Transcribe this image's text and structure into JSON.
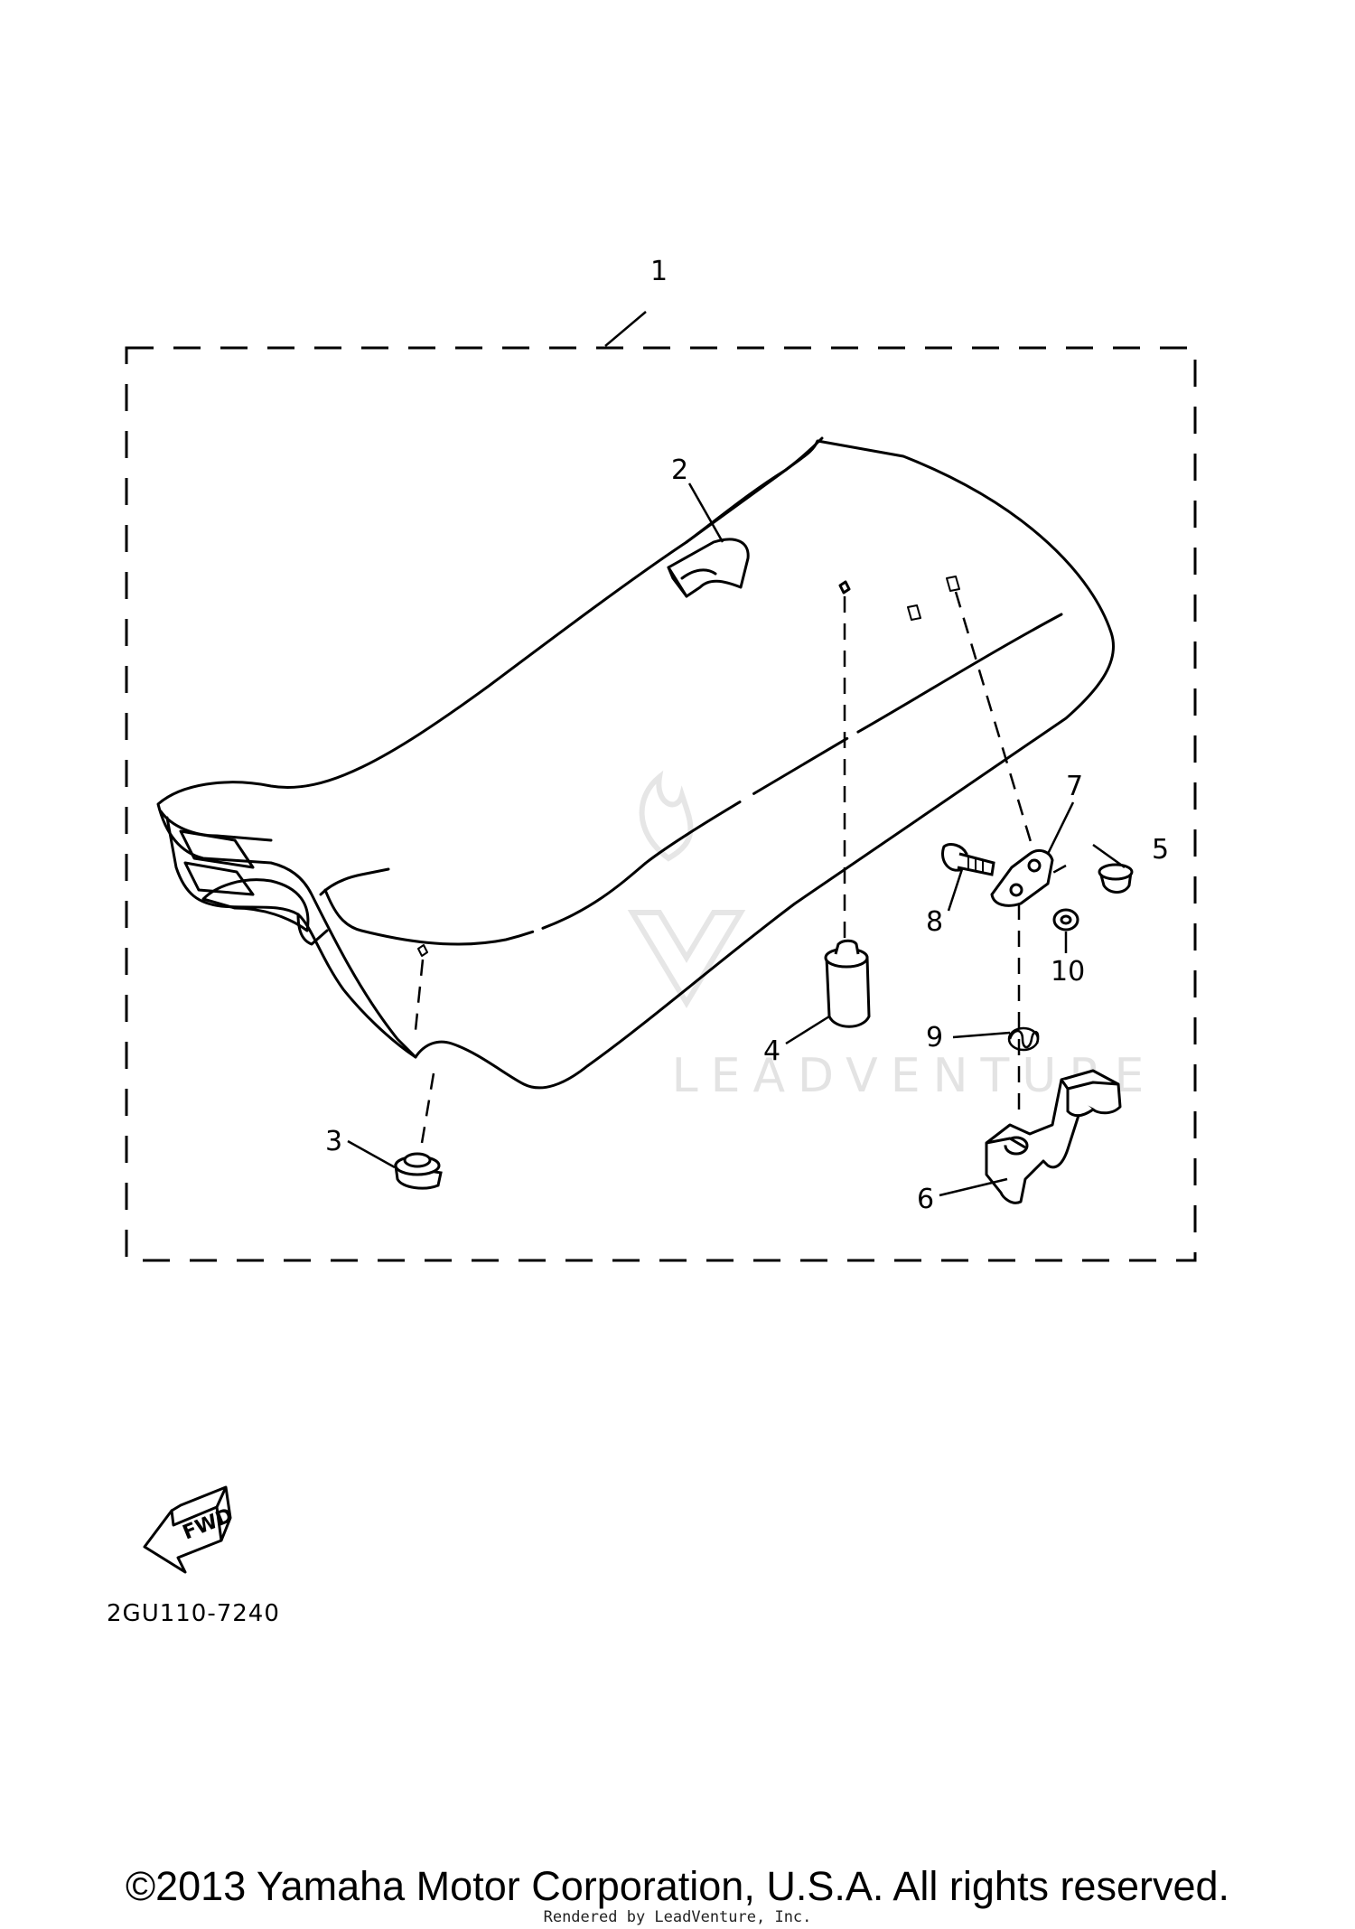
{
  "callouts": {
    "c1": "1",
    "c2": "2",
    "c3": "3",
    "c4": "4",
    "c5": "5",
    "c6": "6",
    "c7": "7",
    "c8": "8",
    "c9": "9",
    "c10": "10"
  },
  "fwd_label": "FWD",
  "part_code": "2GU110-7240",
  "watermark": "LEADVENTURE",
  "copyright": "©2013 Yamaha Motor Corporation, U.S.A. All rights reserved.",
  "rendered_by": "Rendered by LeadVenture, Inc."
}
